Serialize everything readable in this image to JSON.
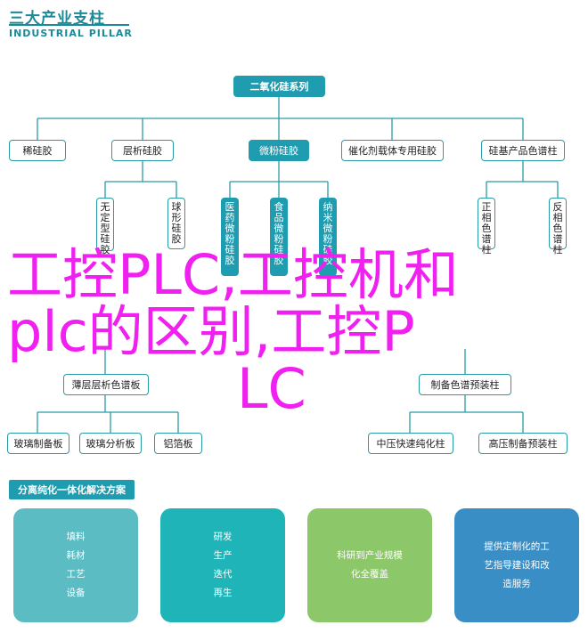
{
  "brand": {
    "cn": "三大产业支柱",
    "en": "INDUSTRIAL PILLAR"
  },
  "diagram": {
    "root": "二氧化硅系列",
    "level1": [
      "稀硅胶",
      "层析硅胶",
      "微粉硅胶",
      "催化剂载体专用硅胶",
      "硅基产品色谱柱"
    ],
    "level2": {
      "left": [
        "无定型硅胶",
        "球形硅胶"
      ],
      "middle": [
        "医药微粉硅胶",
        "食品微粉硅胶",
        "纳米微粉硅胶"
      ],
      "right": [
        "正相色谱柱",
        "反相色谱柱"
      ]
    },
    "lower_left_parent": "薄层层析色谱板",
    "lower_left_children": [
      "玻璃制备板",
      "玻璃分析板",
      "铝箔板"
    ],
    "lower_right_parent": "制备色谱预装柱",
    "lower_right_children": [
      "中压快速纯化柱",
      "高压制备预装柱"
    ]
  },
  "overlay_title": {
    "line1": "工控PLC,工控机和",
    "line2": "plc的区别,工控P",
    "line3": "LC"
  },
  "solutions": {
    "title": "分离纯化一体化解决方案",
    "cards": [
      {
        "lines": [
          "填料",
          "耗材",
          "工艺",
          "设备"
        ],
        "color": "#5bbcc4"
      },
      {
        "lines": [
          "研发",
          "生产",
          "迭代",
          "再生"
        ],
        "color": "#1fb5b8"
      },
      {
        "lines": [
          "科研到产业规模",
          "化全覆盖"
        ],
        "color": "#8cc86a"
      },
      {
        "lines": [
          "提供定制化的工",
          "艺指导建设和改",
          "造服务"
        ],
        "color": "#3a8ec6"
      }
    ]
  }
}
